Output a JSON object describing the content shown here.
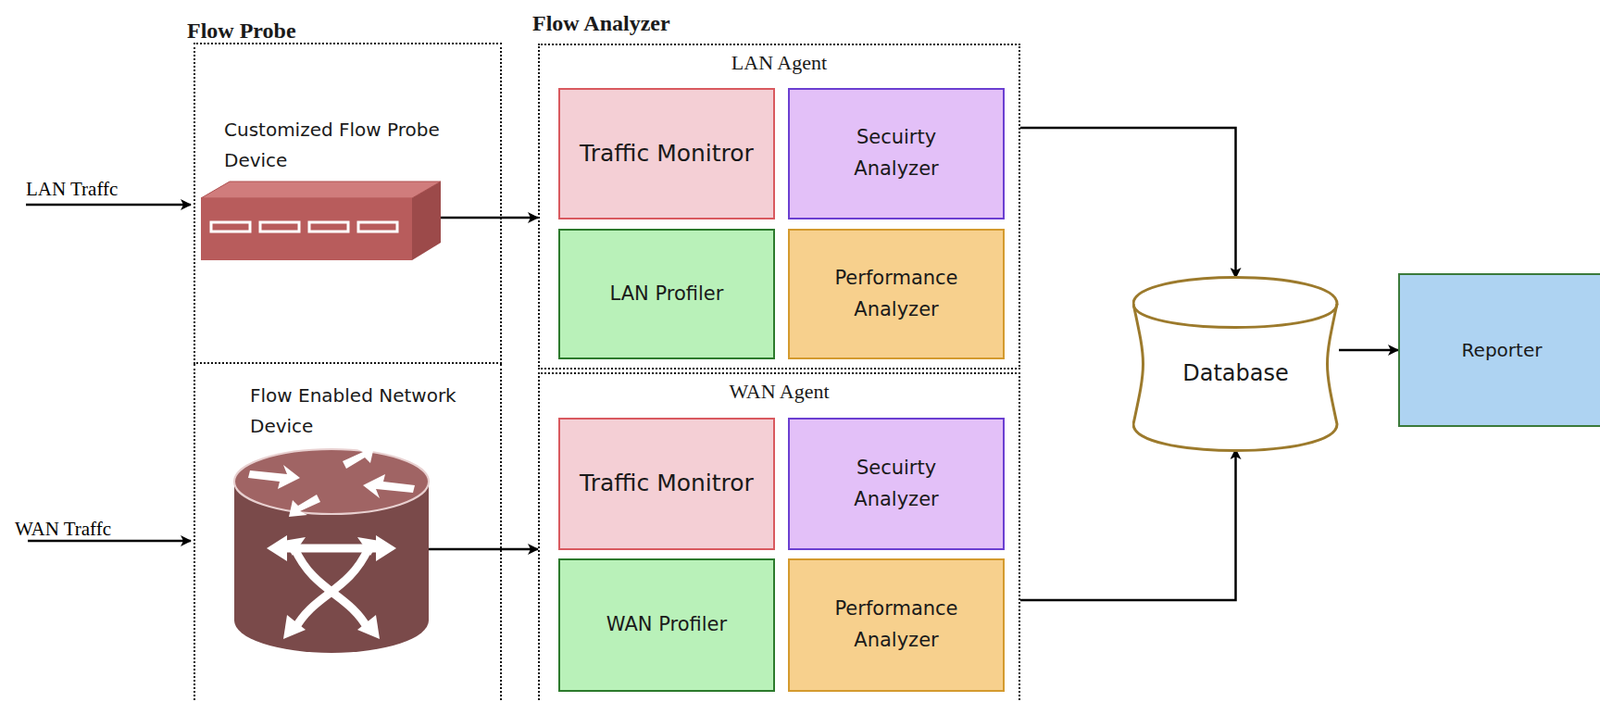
{
  "diagram": {
    "nodes": [
      {
        "text": [
          "Flow Probe"
        ]
      },
      {
        "text": [
          "Customized Flow Probe Device"
        ],
        "in": 0
      },
      {
        "text": [
          "Flow Enabled Network Device"
        ],
        "in": 0
      },
      {
        "text": [
          "Flow Analyzer"
        ]
      },
      {
        "text": [
          "LAN Agent"
        ],
        "in": 3
      },
      {
        "text": [
          "Traffic Monitror"
        ],
        "in": 4
      },
      {
        "text": [
          "Secuirty Analyzer"
        ],
        "in": 4
      },
      {
        "text": [
          "LAN Profiler"
        ],
        "in": 4
      },
      {
        "text": [
          "Performance Analyzer"
        ],
        "in": 4
      },
      {
        "text": [
          "WAN Agent"
        ],
        "in": 3
      },
      {
        "text": [
          "Traffic Monitror"
        ],
        "in": 9
      },
      {
        "text": [
          "Secuirty Analyzer"
        ],
        "in": 9
      },
      {
        "text": [
          "WAN Profiler"
        ],
        "in": 9
      },
      {
        "text": [
          "Performance Analyzer"
        ],
        "in": 9
      },
      {
        "text": [
          "Database"
        ]
      },
      {
        "text": [
          "Reporter"
        ]
      }
    ],
    "edges": [
      {
        "from": 1,
        "to": 4,
        "arrow": "to"
      },
      {
        "from": 2,
        "to": 9,
        "arrow": "to"
      },
      {
        "from": 4,
        "to": 14,
        "arrow": "to"
      },
      {
        "from": 9,
        "to": 14,
        "arrow": "to"
      },
      {
        "from": 14,
        "to": 15,
        "arrow": "to"
      }
    ],
    "labels": [
      "LAN Traffc",
      "WAN Traffc"
    ]
  }
}
